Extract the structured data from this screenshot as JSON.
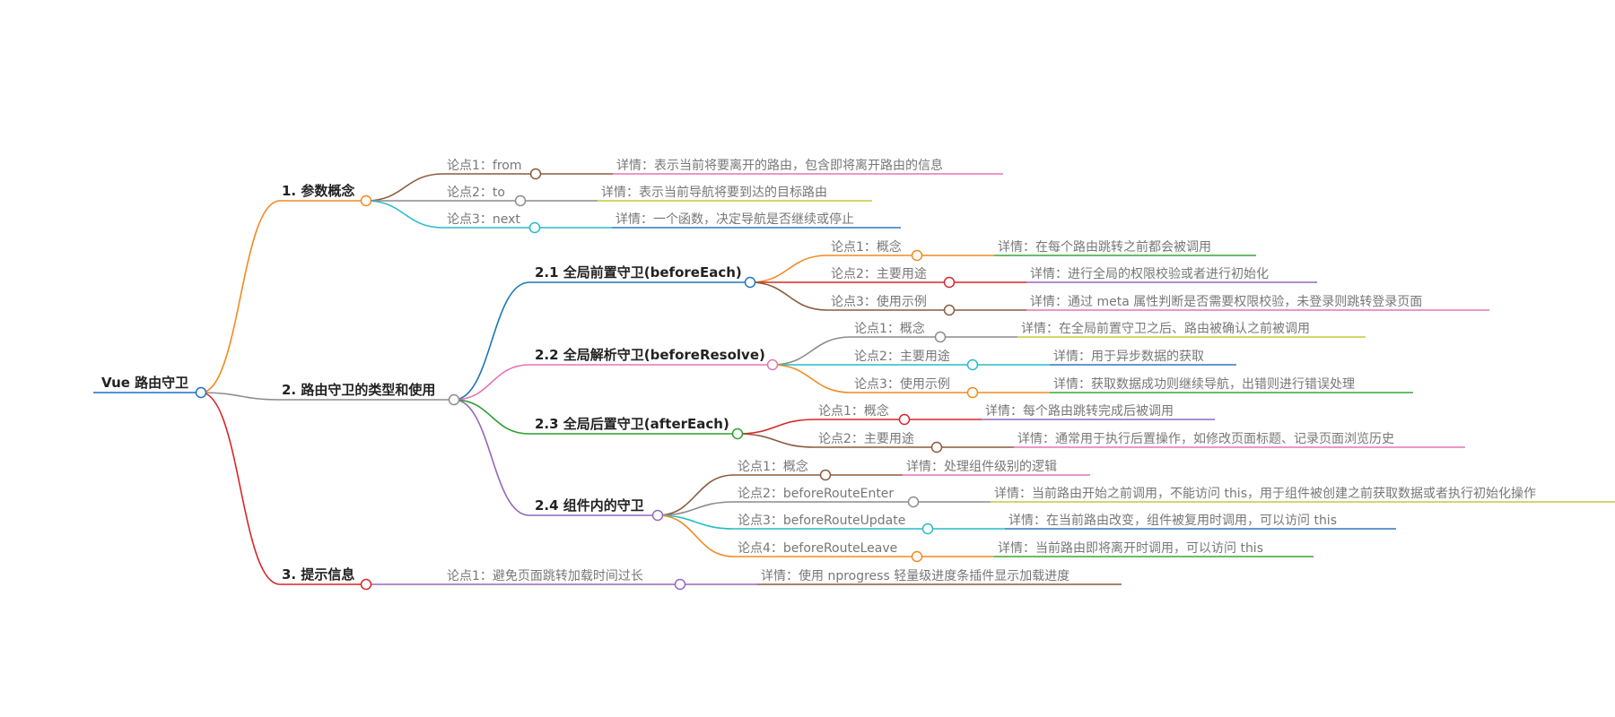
{
  "diagram": {
    "root": {
      "label": "Vue 路由守卫",
      "color": "#1f6fc4"
    },
    "sections": [
      {
        "id": "s1",
        "label": "1. 参数概念",
        "color": "#f28a1f",
        "points": [
          {
            "label": "论点1：from",
            "color": "#8b5a3c",
            "detail": "详情：表示当前将要离开的路由，包含即将离开路由的信息",
            "detail_color": "#e673b6"
          },
          {
            "label": "论点2：to",
            "color": "#8c8c8c",
            "detail": "详情：表示当前导航将要到达的目标路由",
            "detail_color": "#c6c83a"
          },
          {
            "label": "论点3：next",
            "color": "#25bcc9",
            "detail": "详情：一个函数，决定导航是否继续或停止",
            "detail_color": "#2f77c0"
          }
        ]
      },
      {
        "id": "s2",
        "label": "2. 路由守卫的类型和使用",
        "color": "#8c8c8c",
        "subs": [
          {
            "label": "2.1 全局前置守卫(beforeEach)",
            "color": "#1f77b4",
            "points": [
              {
                "label": "论点1：概念",
                "color": "#f28a1f",
                "detail": "详情：在每个路由跳转之前都会被调用",
                "detail_color": "#3aa63a"
              },
              {
                "label": "论点2：主要用途",
                "color": "#d62728",
                "detail": "详情：进行全局的权限校验或者进行初始化",
                "detail_color": "#9467bd"
              },
              {
                "label": "论点3：使用示例",
                "color": "#8b5a3c",
                "detail": "详情：通过 meta 属性判断是否需要权限校验，未登录则跳转登录页面",
                "detail_color": "#e673b6"
              }
            ]
          },
          {
            "label": "2.2 全局解析守卫(beforeResolve)",
            "color": "#e673b6",
            "points": [
              {
                "label": "论点1：概念",
                "color": "#8c8c8c",
                "detail": "详情：在全局前置守卫之后、路由被确认之前被调用",
                "detail_color": "#c6c83a"
              },
              {
                "label": "论点2：主要用途",
                "color": "#25bcc9",
                "detail": "详情：用于异步数据的获取",
                "detail_color": "#2f77c0"
              },
              {
                "label": "论点3：使用示例",
                "color": "#f28a1f",
                "detail": "详情：获取数据成功则继续导航，出错则进行错误处理",
                "detail_color": "#3aa63a"
              }
            ]
          },
          {
            "label": "2.3 全局后置守卫(afterEach)",
            "color": "#2ca02c",
            "points": [
              {
                "label": "论点1：概念",
                "color": "#d62728",
                "detail": "详情：每个路由跳转完成后被调用",
                "detail_color": "#9467bd"
              },
              {
                "label": "论点2：主要用途",
                "color": "#8b5a3c",
                "detail": "详情：通常用于执行后置操作，如修改页面标题、记录页面浏览历史",
                "detail_color": "#e673b6"
              }
            ]
          },
          {
            "label": "2.4 组件内的守卫",
            "color": "#9467bd",
            "points": [
              {
                "label": "论点1：概念",
                "color": "#8b5a3c",
                "detail": "详情：处理组件级别的逻辑",
                "detail_color": "#e673b6"
              },
              {
                "label": "论点2：beforeRouteEnter",
                "color": "#8c8c8c",
                "detail": "详情：当前路由开始之前调用，不能访问 this，用于组件被创建之前获取数据或者执行初始化操作",
                "detail_color": "#c6c83a"
              },
              {
                "label": "论点3：beforeRouteUpdate",
                "color": "#25bcc9",
                "detail": "详情：在当前路由改变，组件被复用时调用，可以访问 this",
                "detail_color": "#2f77c0"
              },
              {
                "label": "论点4：beforeRouteLeave",
                "color": "#f28a1f",
                "detail": "详情：当前路由即将离开时调用，可以访问 this",
                "detail_color": "#3aa63a"
              }
            ]
          }
        ]
      },
      {
        "id": "s3",
        "label": "3. 提示信息",
        "color": "#d62728",
        "points": [
          {
            "label": "论点1：避免页面跳转加载时间过长",
            "color": "#9467bd",
            "detail": "详情：使用 nprogress 轻量级进度条插件显示加载进度",
            "detail_color": "#8b5a3c"
          }
        ]
      }
    ]
  }
}
